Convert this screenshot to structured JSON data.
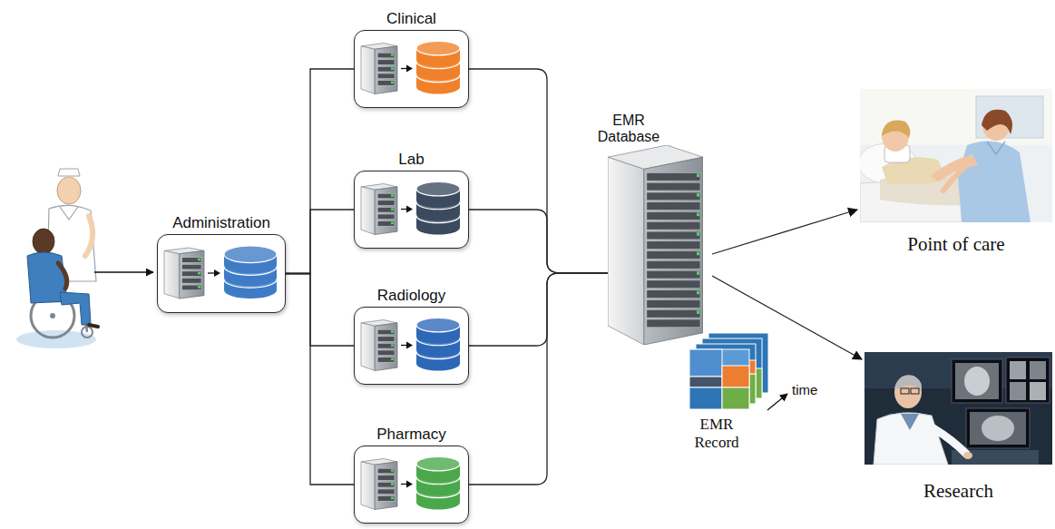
{
  "diagram": {
    "nodes": [
      {
        "text": [
          "Administration"
        ]
      },
      {
        "text": [
          "Clinical"
        ]
      },
      {
        "text": [
          "Lab"
        ]
      },
      {
        "text": [
          "Radiology"
        ]
      },
      {
        "text": [
          "Pharmacy"
        ]
      },
      {
        "text": [
          "EMR Database"
        ]
      },
      {
        "text": [
          "Point of care"
        ]
      },
      {
        "text": [
          "Research"
        ]
      }
    ],
    "edges": [
      {
        "from": 0,
        "to": 1,
        "arrow": "none"
      },
      {
        "from": 0,
        "to": 2,
        "arrow": "none"
      },
      {
        "from": 0,
        "to": 3,
        "arrow": "none"
      },
      {
        "from": 0,
        "to": 4,
        "arrow": "none"
      },
      {
        "from": 1,
        "to": 5,
        "arrow": "none"
      },
      {
        "from": 2,
        "to": 5,
        "arrow": "none"
      },
      {
        "from": 3,
        "to": 5,
        "arrow": "none"
      },
      {
        "from": 4,
        "to": 5,
        "arrow": "none"
      },
      {
        "from": 5,
        "to": 6,
        "arrow": "to"
      },
      {
        "from": 5,
        "to": 7,
        "arrow": "to"
      }
    ],
    "labels": [
      "EMR Record",
      "time"
    ]
  }
}
